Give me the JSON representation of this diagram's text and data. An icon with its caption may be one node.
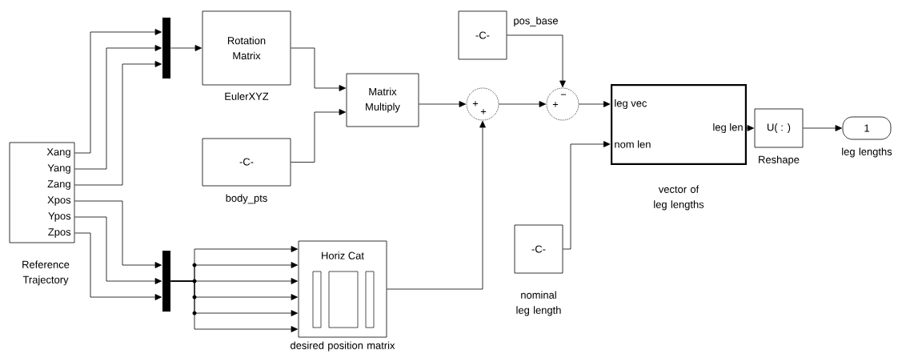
{
  "diagram": {
    "nodes": [
      {
        "text": [
          "Xang",
          "Yang",
          "Zang",
          "Xpos",
          "Ypos",
          "Zpos"
        ],
        "beside": [
          "Reference Trajectory"
        ]
      },
      {
        "text": [],
        "shape": "bar"
      },
      {
        "text": [
          "Rotation Matrix"
        ],
        "beside": [
          "EulerXYZ"
        ]
      },
      {
        "text": [
          "-C-"
        ],
        "beside": [
          "body_pts"
        ]
      },
      {
        "text": [
          "Matrix Multiply"
        ]
      },
      {
        "text": [
          "+",
          "+"
        ]
      },
      {
        "text": [
          "-C-"
        ],
        "beside": [
          "pos_base"
        ]
      },
      {
        "text": [
          "+",
          "−"
        ]
      },
      {
        "text": [
          "leg vec",
          "nom len",
          "leg len"
        ],
        "beside": [
          "vector of leg lengths"
        ]
      },
      {
        "text": [
          "U( : )"
        ],
        "beside": [
          "Reshape"
        ]
      },
      {
        "text": [
          "1"
        ],
        "beside": [
          "leg lengths"
        ]
      },
      {
        "text": [],
        "shape": "bar"
      },
      {
        "text": [
          "Horiz Cat"
        ],
        "beside": [
          "desired position matrix"
        ]
      },
      {
        "text": [
          "-C-"
        ],
        "beside": [
          "nominal leg length"
        ]
      }
    ],
    "edges": [
      {
        "from": 0,
        "to": 1,
        "arrow": "to"
      },
      {
        "from": 0,
        "to": 1,
        "arrow": "to"
      },
      {
        "from": 0,
        "to": 1,
        "arrow": "to"
      },
      {
        "from": 0,
        "to": 11,
        "arrow": "to"
      },
      {
        "from": 0,
        "to": 11,
        "arrow": "to"
      },
      {
        "from": 0,
        "to": 11,
        "arrow": "to"
      },
      {
        "from": 1,
        "to": 2,
        "arrow": "to"
      },
      {
        "from": 2,
        "to": 4,
        "arrow": "to"
      },
      {
        "from": 3,
        "to": 4,
        "arrow": "to"
      },
      {
        "from": 4,
        "to": 5,
        "arrow": "to"
      },
      {
        "from": 5,
        "to": 7,
        "arrow": "to"
      },
      {
        "from": 6,
        "to": 7,
        "arrow": "to"
      },
      {
        "from": 12,
        "to": 5,
        "arrow": "to"
      },
      {
        "from": 11,
        "to": 12,
        "arrow": "to"
      },
      {
        "from": 11,
        "to": 12,
        "arrow": "to"
      },
      {
        "from": 11,
        "to": 12,
        "arrow": "to"
      },
      {
        "from": 11,
        "to": 12,
        "arrow": "to"
      },
      {
        "from": 11,
        "to": 12,
        "arrow": "to"
      },
      {
        "from": 11,
        "to": 12,
        "arrow": "to"
      },
      {
        "from": 7,
        "to": 8,
        "arrow": "to"
      },
      {
        "from": 13,
        "to": 8,
        "arrow": "to"
      },
      {
        "from": 8,
        "to": 9,
        "arrow": "to"
      },
      {
        "from": 9,
        "to": 10,
        "arrow": "to"
      }
    ]
  }
}
